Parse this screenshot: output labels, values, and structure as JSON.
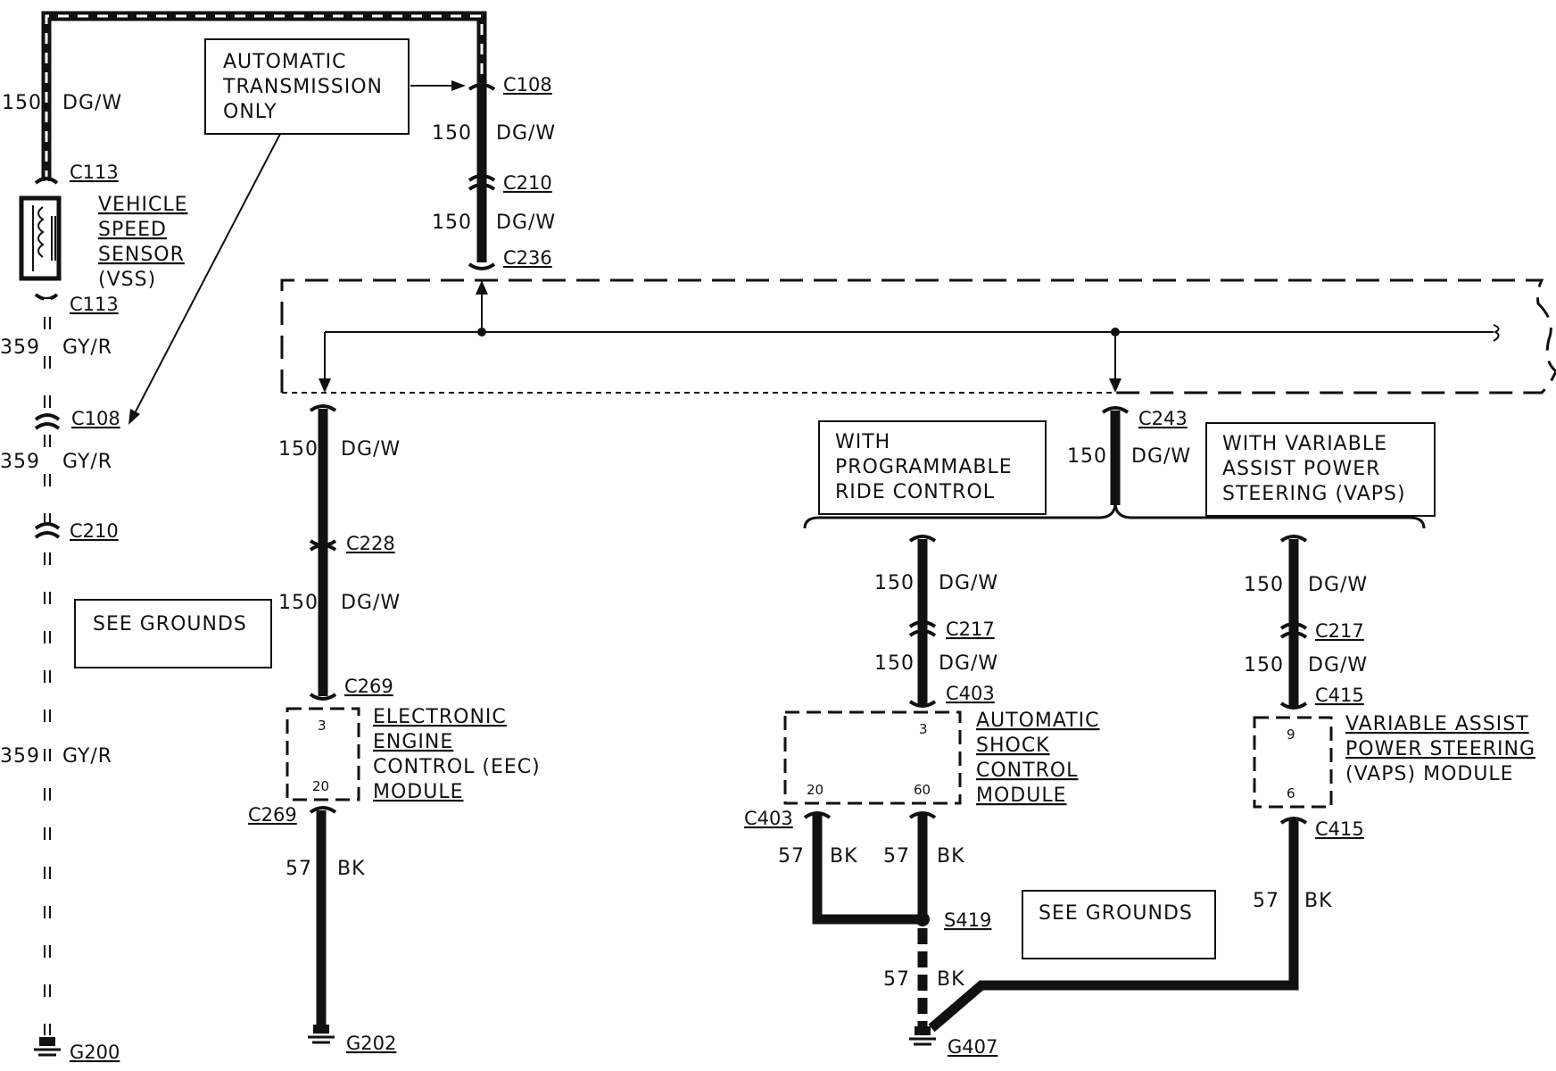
{
  "notes": {
    "auto_trans": [
      "AUTOMATIC",
      "TRANSMISSION",
      "ONLY"
    ],
    "see_grounds_left": "SEE GROUNDS",
    "see_grounds_right": "SEE GROUNDS",
    "prog_ride": [
      "WITH",
      "PROGRAMMABLE",
      "RIDE CONTROL"
    ],
    "vaps_note": [
      "WITH VARIABLE",
      "ASSIST POWER",
      "STEERING (VAPS)"
    ]
  },
  "components": {
    "vss": [
      "VEHICLE",
      "SPEED",
      "SENSOR",
      "(VSS)"
    ],
    "eec": [
      "ELECTRONIC",
      "ENGINE",
      "CONTROL (EEC)",
      "MODULE"
    ],
    "ascm": [
      "AUTOMATIC",
      "SHOCK",
      "CONTROL",
      "MODULE"
    ],
    "vaps": [
      "VARIABLE ASSIST",
      "POWER STEERING",
      "(VAPS)  MODULE"
    ]
  },
  "wires": {
    "dgw_circuit": "150",
    "dgw_color": "DG/W",
    "gyr_circuit": "359",
    "gyr_color": "GY/R",
    "bk_circuit": "57",
    "bk_color": "BK"
  },
  "connectors": {
    "c113_top": "C113",
    "c113_bottom": "C113",
    "c108_left": "C108",
    "c210_left": "C210",
    "c108_mid": "C108",
    "c210_mid": "C210",
    "c236": "C236",
    "c228": "C228",
    "c269_top": "C269",
    "c269_bottom": "C269",
    "c243": "C243",
    "c217_a": "C217",
    "c403_top": "C403",
    "c403_bottom": "C403",
    "c217_b": "C217",
    "c415_top": "C415",
    "c415_bottom": "C415",
    "s419": "S419"
  },
  "pins": {
    "eec_in": "3",
    "eec_out": "20",
    "ascm_in": "3",
    "ascm_out_a": "20",
    "ascm_out_b": "60",
    "vaps_in": "9",
    "vaps_out": "6"
  },
  "grounds": {
    "g200": "G200",
    "g202": "G202",
    "g407": "G407"
  }
}
